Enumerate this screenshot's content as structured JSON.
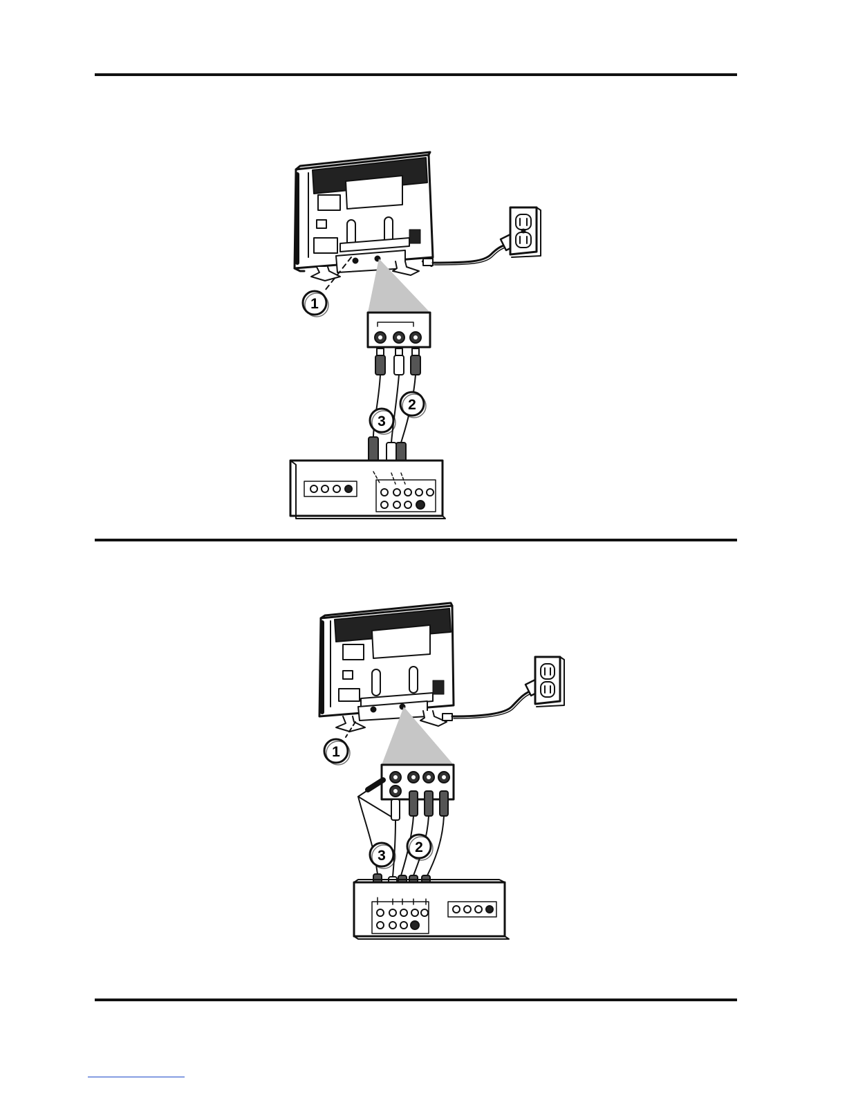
{
  "rules": [
    "top",
    "middle",
    "bottom"
  ],
  "diagrams": [
    {
      "id": "component-connection",
      "callouts": [
        "1",
        "2",
        "3"
      ],
      "icons": [
        "tv-rear-icon",
        "wall-outlet-icon",
        "power-cord-icon",
        "av-cable-icon",
        "source-device-icon"
      ]
    },
    {
      "id": "composite-svideo-connection",
      "callouts": [
        "1",
        "2",
        "3"
      ],
      "icons": [
        "tv-rear-icon",
        "wall-outlet-icon",
        "power-cord-icon",
        "av-cable-icon",
        "source-device-icon"
      ]
    }
  ],
  "colors": {
    "line": "#111111",
    "panel_gray": "#c6c6c6",
    "link": "#1a46c8"
  }
}
